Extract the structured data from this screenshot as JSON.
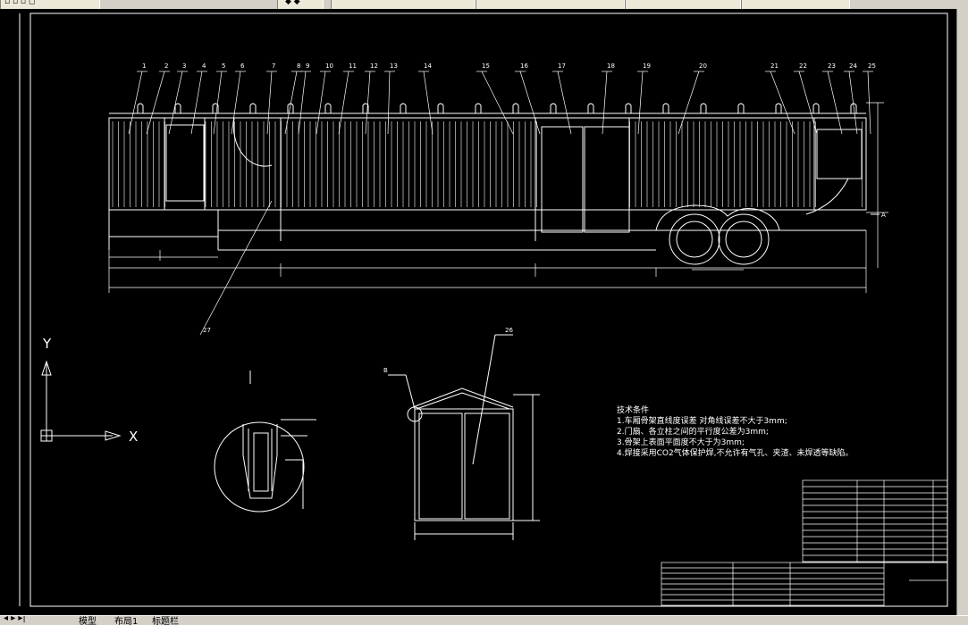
{
  "statusbar": {
    "tab_layout1": "模型",
    "tab_layout2": "布局1",
    "tab_layout3": "标题栏"
  },
  "axis": {
    "x_label": "X",
    "y_label": "Y"
  },
  "balloons": [
    "1",
    "2",
    "3",
    "4",
    "5",
    "6",
    "7",
    "8",
    "9",
    "10",
    "11",
    "12",
    "13",
    "14",
    "15",
    "16",
    "17",
    "18",
    "19",
    "20",
    "21",
    "22",
    "23",
    "24",
    "25"
  ],
  "balloon_27": "27",
  "balloon_26": "26",
  "detail_b": "B",
  "view_a": "A",
  "tech_notes": {
    "title": "技术条件",
    "items": [
      "1.车厢骨架直线度误差 对角线误差不大于3mm;",
      "2.门扇、各立柱之间的平行度公差为3mm;",
      "3.骨架上表面平面度不大于为3mm;",
      "4.焊接采用CO2气体保护焊,不允许有气孔、夹渣、未焊透等缺陷。"
    ]
  },
  "colors": {
    "background": "#000000",
    "lines": "#ffffff",
    "ui_gray": "#d4d0c8"
  }
}
